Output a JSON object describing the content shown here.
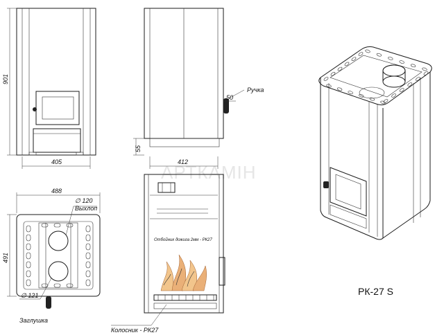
{
  "colors": {
    "line": "#1a1a1a",
    "flame": "#e0a060",
    "flame_dark": "#a06030",
    "watermark": "#e6e6e6"
  },
  "watermark": "АРТКАМІН",
  "front_view": {
    "height_dim": "901",
    "width_dim": "405"
  },
  "side_view": {
    "handle_dim": "50",
    "handle_label": "Ручка",
    "leg_dim": "55",
    "width_dim": "412"
  },
  "top_view": {
    "width_dim": "488",
    "depth_dim": "491",
    "outlet_diameter": "∅ 120",
    "outlet_label": "Выхлоп",
    "plug_diameter": "∅ 121",
    "plug_label": "Заглушка"
  },
  "section_view": {
    "deflector_label": "Отбойник дожига 2мм - РК27",
    "grate_label": "Колосник - РК27"
  },
  "iso_view": {
    "model_name": "РК-27 S"
  }
}
